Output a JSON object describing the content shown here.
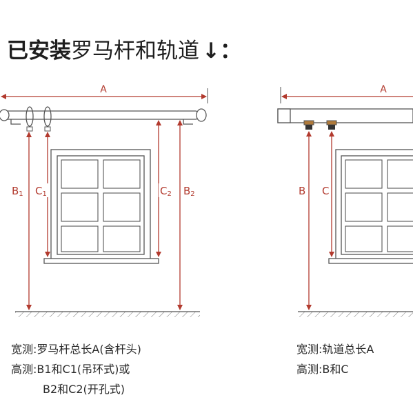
{
  "title": {
    "part1": "已安装",
    "part2": "罗马杆和轨道",
    "arrow": "↓",
    "colon": "："
  },
  "left_diagram": {
    "label_a": "A",
    "label_b1_main": "B",
    "label_b1_sub": "1",
    "label_c1_main": "C",
    "label_c1_sub": "1",
    "label_c2_main": "C",
    "label_c2_sub": "2",
    "label_b2_main": "B",
    "label_b2_sub": "2"
  },
  "right_diagram": {
    "label_a": "A",
    "label_b": "B",
    "label_c": "C"
  },
  "captions": {
    "left_width": "宽测:罗马杆总长A(含杆头)",
    "left_height_1": "高测:B1和C1(吊环式)或",
    "left_height_2": "B2和C2(开孔式)",
    "right_width": "宽测:轨道总长A",
    "right_height": "高测:B和C"
  },
  "colors": {
    "dimension": "#b23a2e",
    "line": "#444444",
    "text": "#222222"
  }
}
